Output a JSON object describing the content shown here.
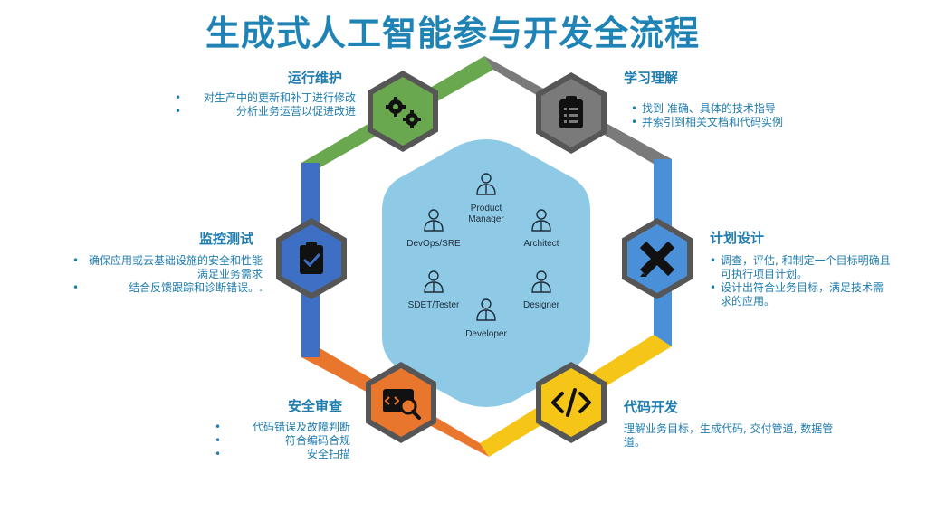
{
  "title": "生成式人工智能参与开发全流程",
  "stages": [
    {
      "heading": "运行维护",
      "icon": "gears-icon",
      "color": "#6aa84f",
      "bullets": [
        "对生产中的更新和补丁进行修改",
        "分析业务运营以促进改进"
      ]
    },
    {
      "heading": "学习理解",
      "icon": "clipboard-list-icon",
      "color": "#7a7a7a",
      "bullets": [
        "找到 准确、具体的技术指导",
        "并索引到相关文档和代码实例"
      ]
    },
    {
      "heading": "计划设计",
      "icon": "pencil-ruler-icon",
      "color": "#4a90d9",
      "bullets": [
        "调查，评估, 和制定一个目标明确且可执行项目计划。",
        "设计出符合业务目标，满足技术需求的应用。"
      ]
    },
    {
      "heading": "代码开发",
      "icon": "code-brackets-icon",
      "color": "#f5c518",
      "text": "理解业务目标，生成代码, 交付管道, 数据管道。"
    },
    {
      "heading": "安全审查",
      "icon": "code-search-icon",
      "color": "#e8762d",
      "bullets": [
        "代码错误及故障判断",
        "符合编码合规",
        "安全扫描"
      ]
    },
    {
      "heading": "监控测试",
      "icon": "clipboard-check-icon",
      "color": "#3d6fc4",
      "bullets": [
        "确保应用或云基础设施的安全和性能满足业务需求",
        "结合反馈跟踪和诊断错误。."
      ]
    }
  ],
  "roles": [
    {
      "label": "Product\nManager",
      "icon": "person-icon"
    },
    {
      "label": "DevOps/SRE",
      "icon": "person-icon"
    },
    {
      "label": "Architect",
      "icon": "person-icon"
    },
    {
      "label": "SDET/Tester",
      "icon": "person-icon"
    },
    {
      "label": "Designer",
      "icon": "person-icon"
    },
    {
      "label": "Developer",
      "icon": "person-icon"
    }
  ]
}
